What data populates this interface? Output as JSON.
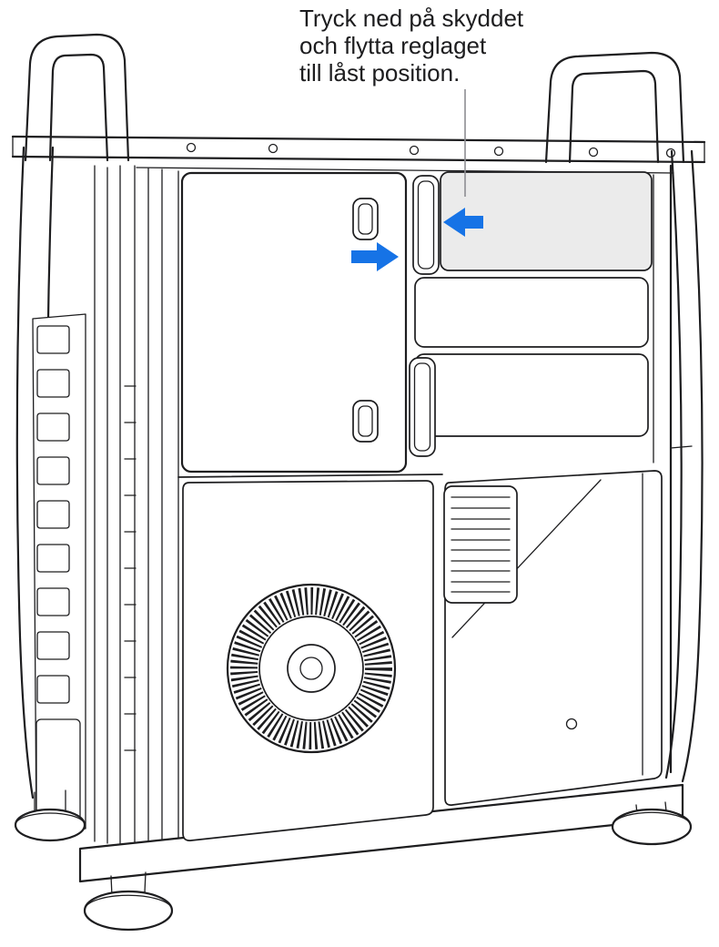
{
  "figure": {
    "caption_lines": [
      "Tryck ned på skyddet",
      "och flytta reglaget",
      "till låst position."
    ]
  },
  "colors": {
    "background": "#ffffff",
    "text": "#1d1d1f",
    "line": "#1d1d1f",
    "callout_line": "#8e8e93",
    "accent_blue": "#1673e6",
    "highlight_fill": "#ebebeb"
  }
}
